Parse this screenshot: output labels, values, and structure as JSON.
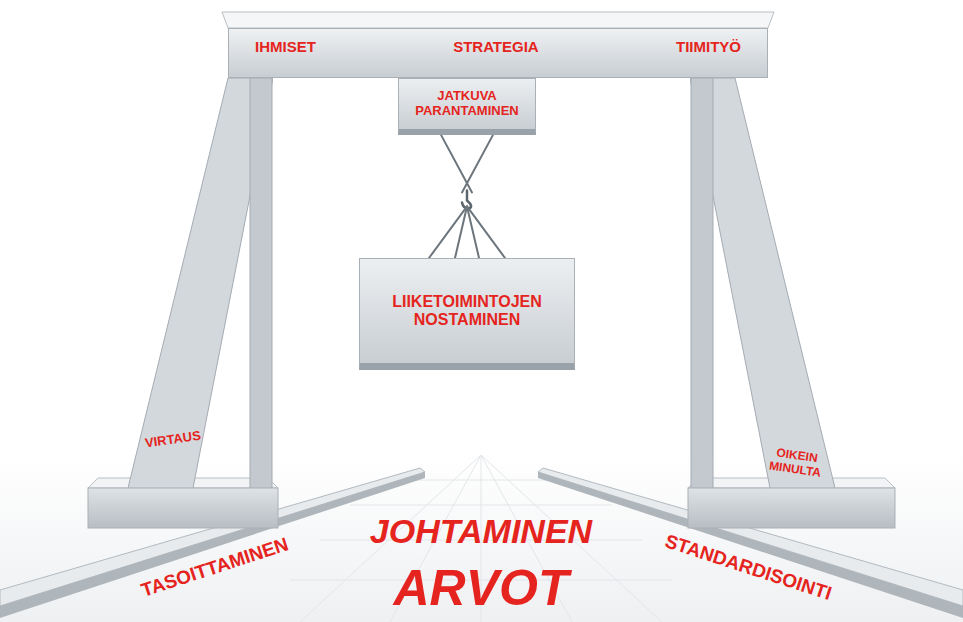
{
  "diagram": {
    "nodes": [
      {
        "text": [
          "IHMISET",
          "STRATEGIA",
          "TIIMITYÖ"
        ]
      },
      {
        "text": [
          "JATKUVA PARANTAMINEN"
        ]
      },
      {
        "text": [
          "LIIKETOIMINTOJEN NOSTAMINEN"
        ]
      },
      {
        "text": [
          "VIRTAUS"
        ]
      },
      {
        "text": [
          "OIKEIN MINULTA"
        ]
      }
    ],
    "edges": [
      {
        "from": 1,
        "to": 2,
        "arrow": "none"
      }
    ],
    "labels": [
      "TASOITTAMINEN",
      "JOHTAMINEN",
      "ARVOT",
      "STANDARDISOINTI"
    ]
  }
}
